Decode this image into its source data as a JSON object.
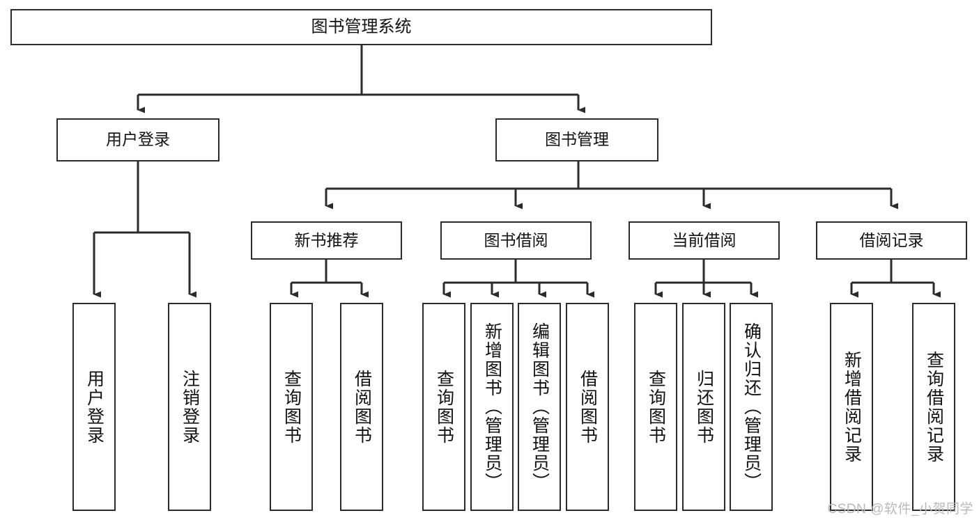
{
  "diagram": {
    "type": "tree",
    "title": "图书管理系统",
    "watermark": "CSDN @软件_小贺同学",
    "colors": {
      "box_border": "#2b2b2b",
      "box_fill": "#ffffff",
      "connector": "#2b2b2b",
      "text": "#111111",
      "watermark": "#b9b9b9"
    },
    "nodes": {
      "root": {
        "label": "图书管理系统"
      },
      "level1": [
        {
          "label": "用户登录"
        },
        {
          "label": "图书管理"
        }
      ],
      "level2": [
        {
          "label": "新书推荐"
        },
        {
          "label": "图书借阅"
        },
        {
          "label": "当前借阅"
        },
        {
          "label": "借阅记录"
        }
      ],
      "leaves": [
        {
          "label": "用户登录",
          "parent": "用户登录"
        },
        {
          "label": "注销登录",
          "parent": "用户登录"
        },
        {
          "label": "查询图书",
          "parent": "新书推荐"
        },
        {
          "label": "借阅图书",
          "parent": "新书推荐"
        },
        {
          "label": "查询图书",
          "parent": "图书借阅"
        },
        {
          "label": "新增图书（管理员）",
          "parent": "图书借阅"
        },
        {
          "label": "编辑图书（管理员）",
          "parent": "图书借阅"
        },
        {
          "label": "借阅图书",
          "parent": "图书借阅"
        },
        {
          "label": "查询图书",
          "parent": "当前借阅"
        },
        {
          "label": "归还图书",
          "parent": "当前借阅"
        },
        {
          "label": "确认归还（管理员）",
          "parent": "当前借阅"
        },
        {
          "label": "新增借阅记录",
          "parent": "借阅记录"
        },
        {
          "label": "查询借阅记录",
          "parent": "借阅记录"
        }
      ]
    },
    "edges": [
      {
        "from": "图书管理系统",
        "to": "用户登录"
      },
      {
        "from": "图书管理系统",
        "to": "图书管理"
      },
      {
        "from": "图书管理",
        "to": "新书推荐"
      },
      {
        "from": "图书管理",
        "to": "图书借阅"
      },
      {
        "from": "图书管理",
        "to": "当前借阅"
      },
      {
        "from": "图书管理",
        "to": "借阅记录"
      },
      {
        "from": "用户登录",
        "to": "用户登录"
      },
      {
        "from": "用户登录",
        "to": "注销登录"
      },
      {
        "from": "新书推荐",
        "to": "查询图书"
      },
      {
        "from": "新书推荐",
        "to": "借阅图书"
      },
      {
        "from": "图书借阅",
        "to": "查询图书"
      },
      {
        "from": "图书借阅",
        "to": "新增图书（管理员）"
      },
      {
        "from": "图书借阅",
        "to": "编辑图书（管理员）"
      },
      {
        "from": "图书借阅",
        "to": "借阅图书"
      },
      {
        "from": "当前借阅",
        "to": "查询图书"
      },
      {
        "from": "当前借阅",
        "to": "归还图书"
      },
      {
        "from": "当前借阅",
        "to": "确认归还（管理员）"
      },
      {
        "from": "借阅记录",
        "to": "新增借阅记录"
      },
      {
        "from": "借阅记录",
        "to": "查询借阅记录"
      }
    ]
  }
}
